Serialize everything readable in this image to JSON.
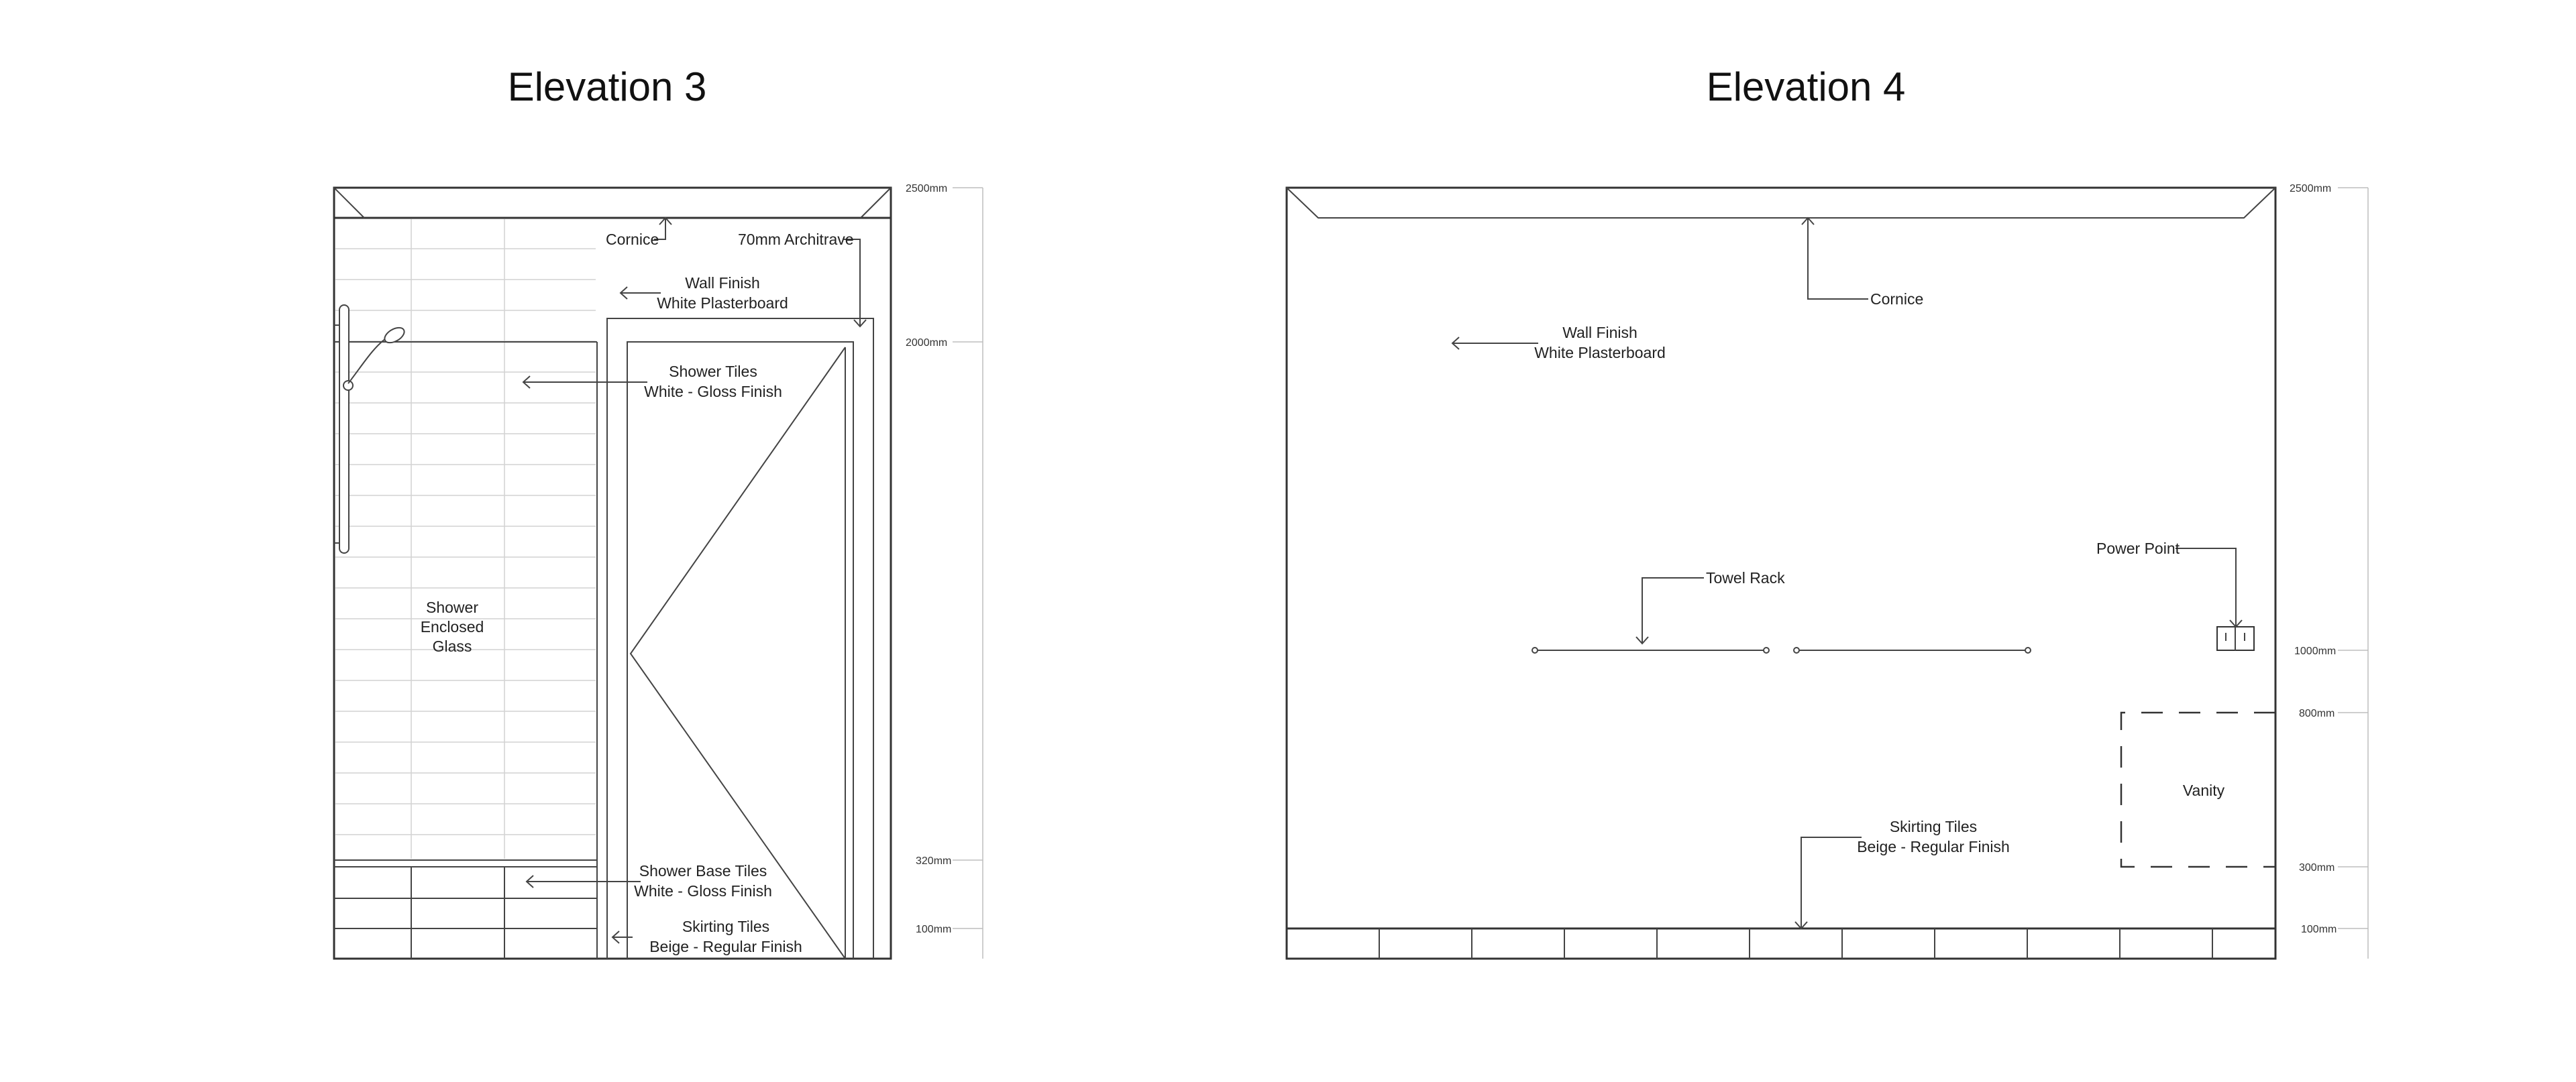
{
  "elevation3": {
    "title": "Elevation 3",
    "labels": {
      "cornice": "Cornice",
      "architrave": "70mm Architrave",
      "wall_finish_1": "Wall Finish",
      "wall_finish_2": "White Plasterboard",
      "shower_tiles_1": "Shower Tiles",
      "shower_tiles_2": "White - Gloss Finish",
      "shower_1": "Shower",
      "shower_2": "Enclosed",
      "shower_3": "Glass",
      "base_tiles_1": "Shower Base Tiles",
      "base_tiles_2": "White - Gloss Finish",
      "skirting_1": "Skirting Tiles",
      "skirting_2": "Beige - Regular Finish"
    },
    "dimensions": {
      "d2500": "2500mm",
      "d2000": "2000mm",
      "d320": "320mm",
      "d100": "100mm"
    }
  },
  "elevation4": {
    "title": "Elevation 4",
    "labels": {
      "cornice": "Cornice",
      "wall_finish_1": "Wall Finish",
      "wall_finish_2": "White Plasterboard",
      "towel_rack": "Towel Rack",
      "power_point": "Power Point",
      "vanity": "Vanity",
      "skirting_1": "Skirting Tiles",
      "skirting_2": "Beige - Regular Finish"
    },
    "dimensions": {
      "d2500": "2500mm",
      "d1000": "1000mm",
      "d800": "800mm",
      "d300": "300mm",
      "d100": "100mm"
    }
  }
}
